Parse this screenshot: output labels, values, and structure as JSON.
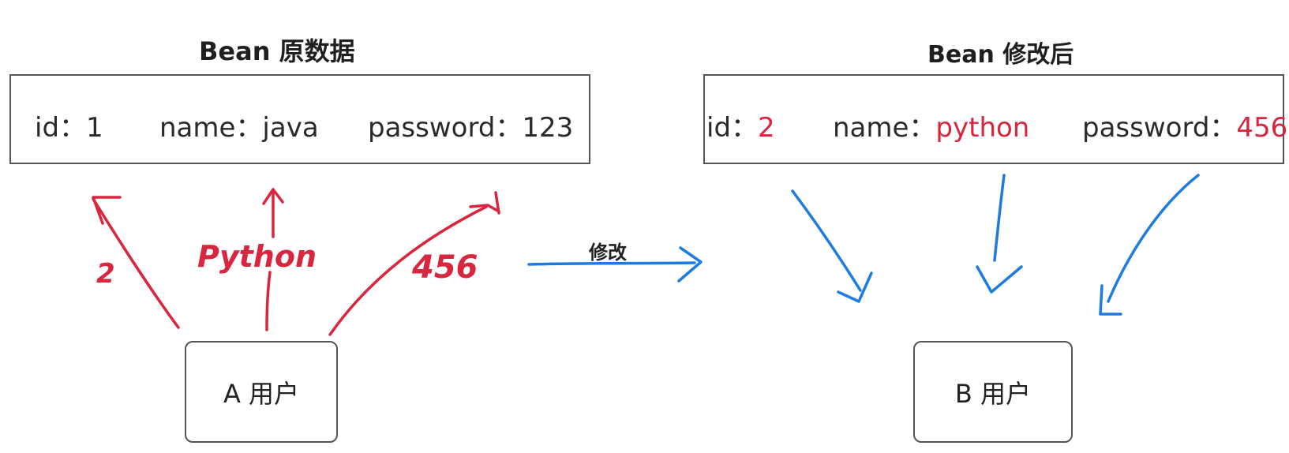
{
  "left_bean": {
    "title": "Bean 原数据",
    "fields": [
      {
        "label": "id：",
        "value": "1"
      },
      {
        "label": "name：",
        "value": "java"
      },
      {
        "label": "password：",
        "value": "123"
      }
    ]
  },
  "right_bean": {
    "title": "Bean 修改后",
    "fields": [
      {
        "label": "id：",
        "value": "2"
      },
      {
        "label": "name：",
        "value": "python"
      },
      {
        "label": "password：",
        "value": "456"
      }
    ]
  },
  "annotations": {
    "id_change": "2",
    "name_change": "Python",
    "password_change": "456",
    "modify_label": "修改"
  },
  "users": {
    "a": "A 用户",
    "b": "B 用户"
  },
  "colors": {
    "red_ink": "#d7263d",
    "blue_ink": "#1e7be0",
    "border": "#555555"
  }
}
